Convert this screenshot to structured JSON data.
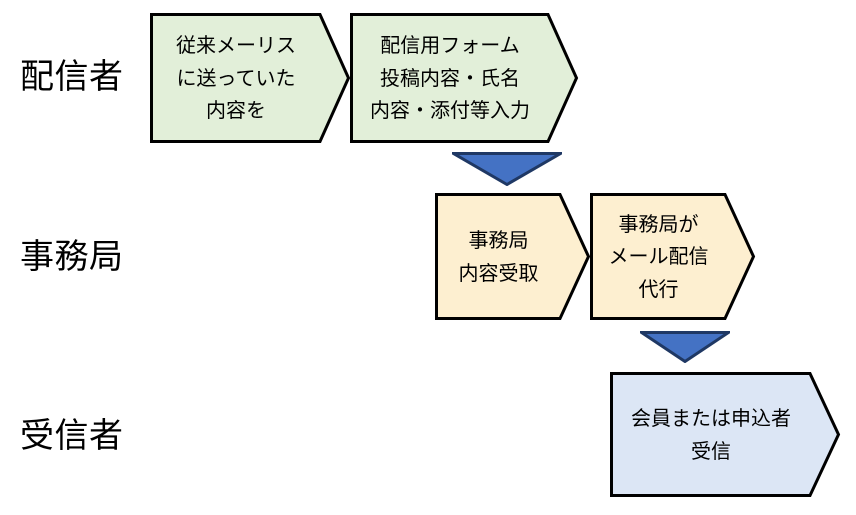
{
  "diagram": {
    "title": "mail distribution flow",
    "background": "#ffffff",
    "colors": {
      "green_fill": "#E2EFD9",
      "cream_fill": "#FDEFD0",
      "blue_fill": "#DCE6F5",
      "arrow_fill": "#4472C4",
      "arrow_stroke": "#1F3864",
      "shape_stroke": "#000000",
      "text": "#000000"
    },
    "row_labels": [
      {
        "id": "haishinsha",
        "text": "配信者"
      },
      {
        "id": "jimukyoku",
        "text": "事務局"
      },
      {
        "id": "jushinsha",
        "text": "受信者"
      }
    ],
    "rows": [
      {
        "id": "row-haishinsha",
        "label": "配信者",
        "steps": [
          {
            "id": "step-1",
            "fill": "#E2EFD9",
            "lines": [
              "従来メーリス",
              "に送っていた",
              "内容を"
            ]
          },
          {
            "id": "step-2",
            "fill": "#E2EFD9",
            "lines": [
              "配信用フォーム",
              "投稿内容・氏名",
              "内容・添付等入力"
            ]
          }
        ]
      },
      {
        "id": "row-jimukyoku",
        "label": "事務局",
        "steps": [
          {
            "id": "step-3",
            "fill": "#FDEFD0",
            "lines": [
              "事務局",
              "内容受取"
            ]
          },
          {
            "id": "step-4",
            "fill": "#FDEFD0",
            "lines": [
              "事務局が",
              "メール配信",
              "代行"
            ]
          }
        ]
      },
      {
        "id": "row-jushinsha",
        "label": "受信者",
        "steps": [
          {
            "id": "step-5",
            "fill": "#DCE6F5",
            "lines": [
              "会員または申込者",
              "受信"
            ]
          }
        ]
      }
    ],
    "connectors": [
      {
        "id": "arrow-1",
        "icon": "down-arrow-icon",
        "from": "step-2",
        "to": "step-3"
      },
      {
        "id": "arrow-2",
        "icon": "down-arrow-icon",
        "from": "step-4",
        "to": "step-5"
      }
    ]
  }
}
